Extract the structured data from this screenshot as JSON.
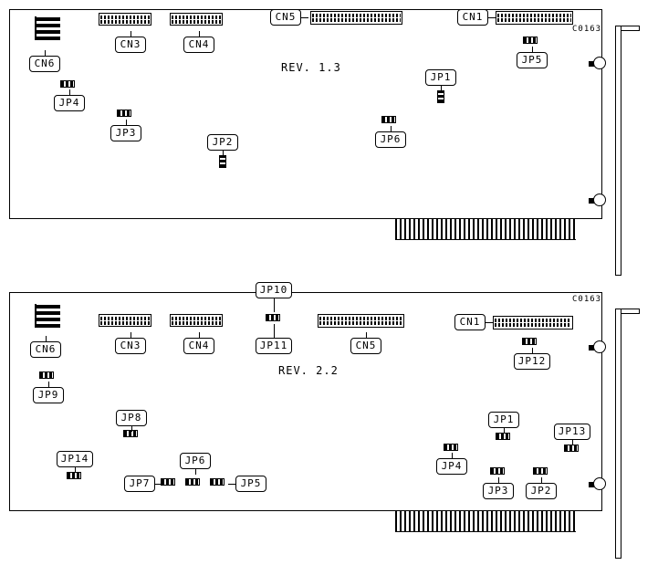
{
  "board1": {
    "revision": "REV. 1.3",
    "part_code": "C0163",
    "labels": {
      "cn1": "CN1",
      "cn3": "CN3",
      "cn4": "CN4",
      "cn5": "CN5",
      "cn6": "CN6",
      "jp1": "JP1",
      "jp2": "JP2",
      "jp3": "JP3",
      "jp4": "JP4",
      "jp5": "JP5",
      "jp6": "JP6"
    }
  },
  "board2": {
    "revision": "REV. 2.2",
    "part_code": "C0163",
    "labels": {
      "cn1": "CN1",
      "cn3": "CN3",
      "cn4": "CN4",
      "cn5": "CN5",
      "cn6": "CN6",
      "jp1": "JP1",
      "jp2": "JP2",
      "jp3": "JP3",
      "jp4": "JP4",
      "jp5": "JP5",
      "jp6": "JP6",
      "jp7": "JP7",
      "jp8": "JP8",
      "jp9": "JP9",
      "jp10": "JP10",
      "jp11": "JP11",
      "jp12": "JP12",
      "jp13": "JP13",
      "jp14": "JP14"
    }
  }
}
